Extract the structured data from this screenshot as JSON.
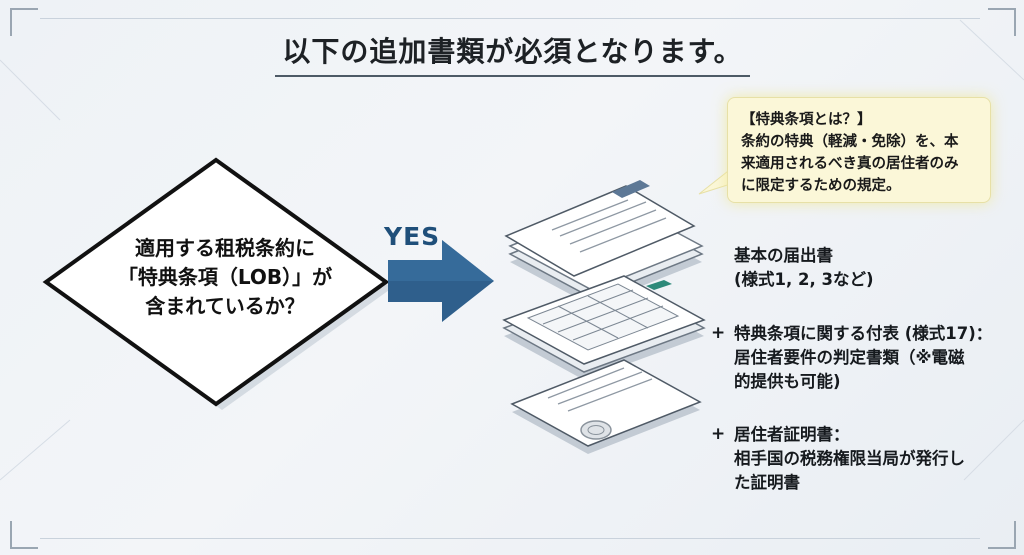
{
  "title": "以下の追加書類が必須となります。",
  "decision": {
    "line1": "適用する租税条約に",
    "line2": "「特典条項（LOB）」が",
    "line3": "含まれているか？"
  },
  "yes_label": "YES",
  "callout": {
    "heading": "【特典条項とは？】",
    "line1": "条約の特典（軽減・免除）を、本",
    "line2": "来適用されるべき真の居住者のみ",
    "line3": "に限定するための規定。"
  },
  "documents": [
    {
      "prefix": "",
      "line1": "基本の届出書",
      "line2": "(様式1, 2, 3など)",
      "line3": ""
    },
    {
      "prefix": "+",
      "line1": "特典条項に関する付表 (様式17)：",
      "line2": "居住者要件の判定書類（※電磁",
      "line3": "的提供も可能)"
    },
    {
      "prefix": "+",
      "line1": "居住者証明書：",
      "line2": "相手国の税務権限当局が発行し",
      "line3": "た証明書"
    }
  ],
  "colors": {
    "arrow": "#2f5f8c",
    "callout_bg": "#fbf7d8",
    "diamond_border": "#111111"
  }
}
